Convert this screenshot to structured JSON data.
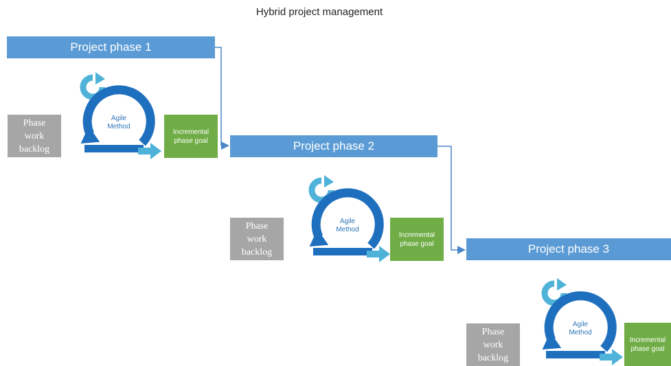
{
  "title": "Hybrid project management",
  "colors": {
    "phase_bar": "#5b9bd5",
    "backlog": "#a6a6a6",
    "goal": "#70ad47",
    "cycle_dark": "#1f6fbf",
    "cycle_light": "#4fb3d9",
    "connector": "#4a86c8"
  },
  "phases": [
    {
      "label": "Project phase 1",
      "backlog_lines": [
        "Phase",
        "work",
        "backlog"
      ],
      "agile_lines": [
        "Agile",
        "Method"
      ],
      "goal_lines": [
        "Incremental",
        "phase goal"
      ]
    },
    {
      "label": "Project phase 2",
      "backlog_lines": [
        "Phase",
        "work",
        "backlog"
      ],
      "agile_lines": [
        "Agile",
        "Method"
      ],
      "goal_lines": [
        "Incremental",
        "phase goal"
      ]
    },
    {
      "label": "Project phase 3",
      "backlog_lines": [
        "Phase",
        "work",
        "backlog"
      ],
      "agile_lines": [
        "Agile",
        "Method"
      ],
      "goal_lines": [
        "Incremental",
        "phase goal"
      ]
    }
  ]
}
